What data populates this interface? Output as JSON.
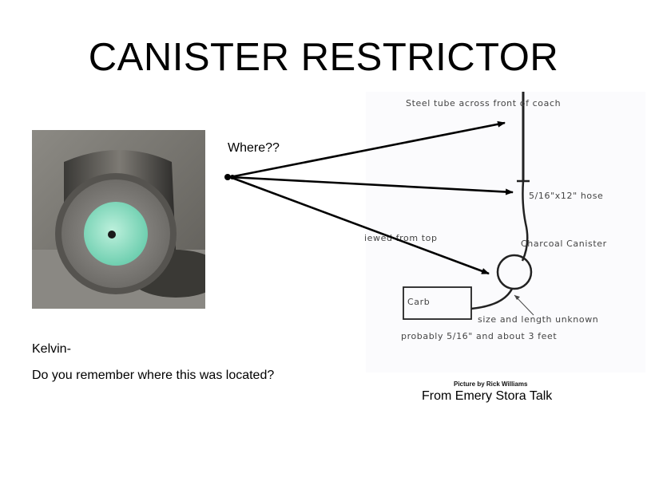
{
  "title": "CANISTER RESTRICTOR",
  "where_label": "Where??",
  "kelvin_label": "Kelvin-",
  "question": "Do you remember where this was located?",
  "source_label": "From  Emery Stora  Talk",
  "photo_credit": "Picture by Rick Williams",
  "sketch": {
    "steel_tube": "Steel tube across front of coach",
    "hose": "5/16\"x12\" hose",
    "viewed": "iewed from top",
    "canister": "Charcoal Canister",
    "carb": "Carb",
    "size_line1": "size and length unknown",
    "size_line2": "probably 5/16\" and about 3 feet"
  }
}
